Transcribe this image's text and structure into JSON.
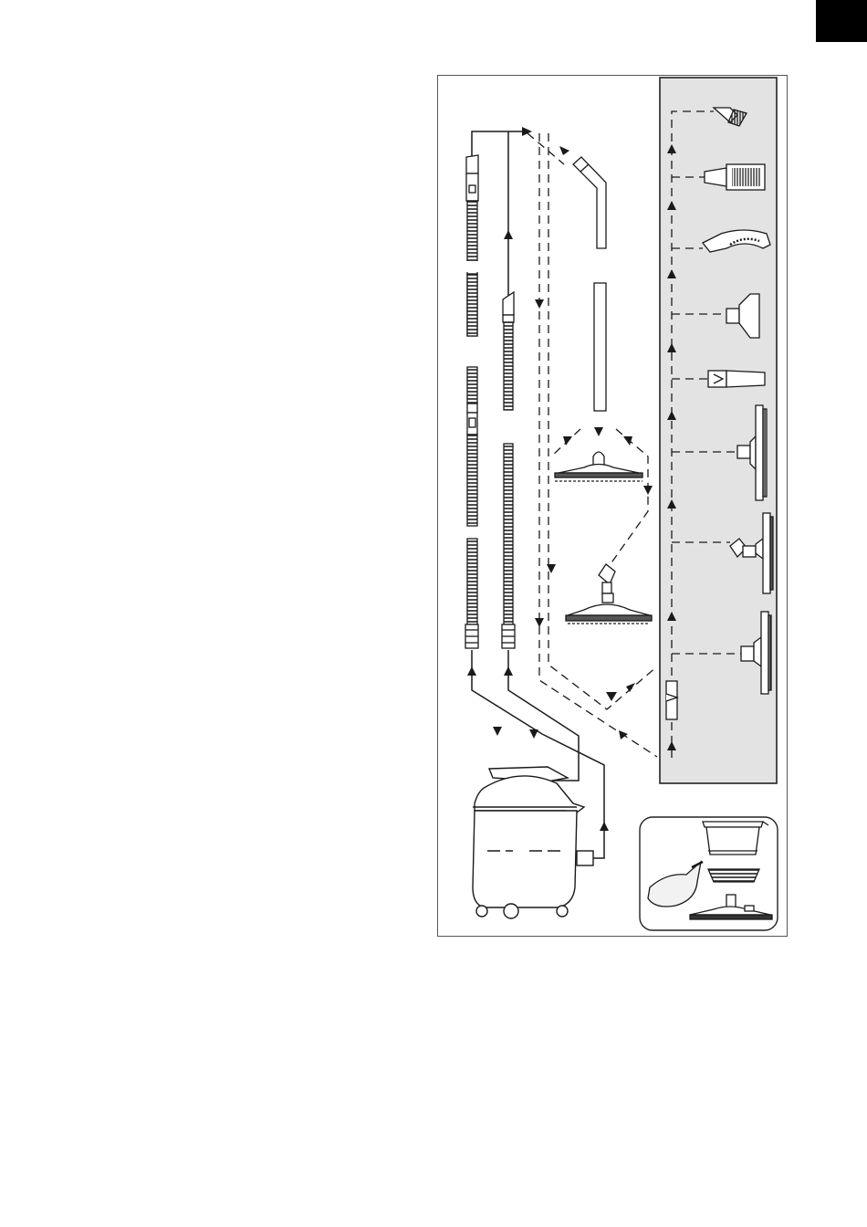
{
  "page": {
    "background": "#ffffff",
    "corner_tab_color": "#000000"
  },
  "diagram": {
    "kind": "vacuum cleaner accessory assembly diagram",
    "accessory_panel_fill": "#e3e3e3",
    "line_color": "#1a1a1a",
    "accessories": [
      "upholstery-brush",
      "round-brush",
      "handle",
      "upholstery-nozzle",
      "crevice-nozzle",
      "floor-nozzle",
      "floor-nozzle-with-adapter",
      "wet-floor-nozzle",
      "adapter"
    ],
    "hoses": [
      "hose-variant-a",
      "hose-variant-b"
    ],
    "inset": [
      "filter-basket",
      "foam-filter",
      "dust-bag",
      "floor-nozzle-small"
    ]
  }
}
